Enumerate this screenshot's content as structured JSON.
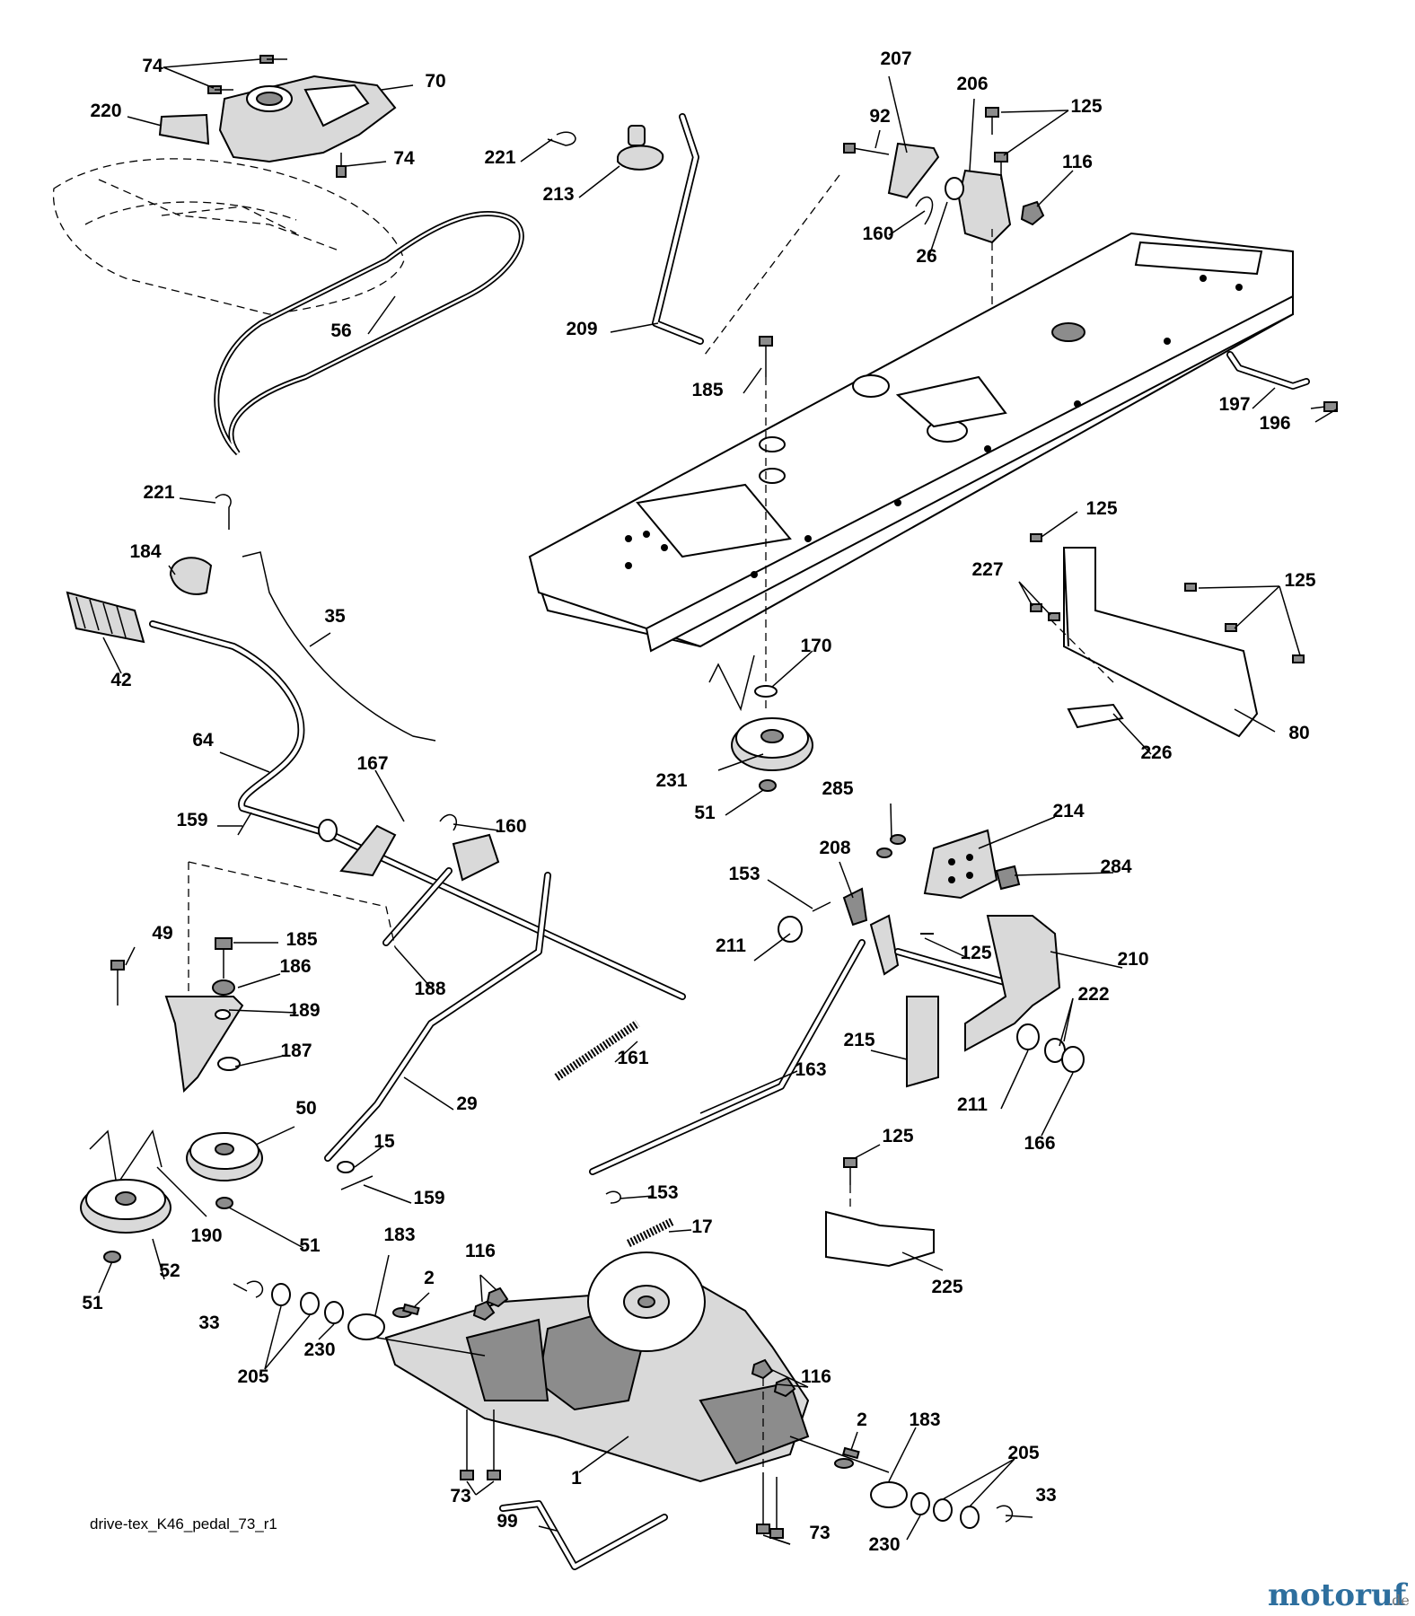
{
  "diagram": {
    "caption": "drive-tex_K46_pedal_73_r1",
    "watermark": {
      "main": "motoruf",
      "suffix": ".de"
    },
    "colors": {
      "line": "#000000",
      "fill_light": "#d9d9d9",
      "fill_dark": "#8c8c8c",
      "watermark": "#2e6f9e"
    },
    "labels": [
      "74",
      "70",
      "220",
      "74",
      "56",
      "221",
      "213",
      "209",
      "207",
      "92",
      "206",
      "125",
      "116",
      "160",
      "26",
      "185",
      "197",
      "196",
      "221",
      "184",
      "35",
      "42",
      "64",
      "125",
      "227",
      "125",
      "170",
      "167",
      "160",
      "159",
      "231",
      "51",
      "80",
      "226",
      "285",
      "214",
      "208",
      "153",
      "284",
      "185",
      "49",
      "186",
      "188",
      "189",
      "187",
      "211",
      "125",
      "210",
      "222",
      "161",
      "50",
      "29",
      "163",
      "215",
      "211",
      "166",
      "15",
      "159",
      "190",
      "51",
      "125",
      "153",
      "52",
      "17",
      "51",
      "183",
      "116",
      "225",
      "2",
      "33",
      "205",
      "230",
      "116",
      "2",
      "183",
      "205",
      "1",
      "73",
      "99",
      "73",
      "33",
      "230"
    ]
  }
}
